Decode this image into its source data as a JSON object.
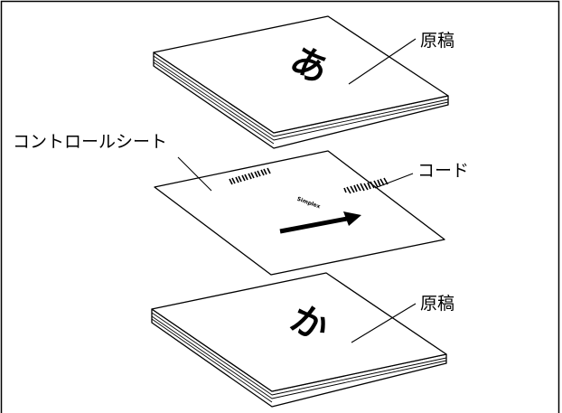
{
  "labels": {
    "top_original": "原稿",
    "control_sheet": "コントロールシート",
    "code": "コード",
    "bottom_original": "原稿"
  },
  "sheet": {
    "mode_text": "Simplex"
  },
  "glyphs": {
    "top_page": "あ",
    "bottom_page": "か"
  },
  "colors": {
    "line": "#000000",
    "paper": "#ffffff"
  }
}
